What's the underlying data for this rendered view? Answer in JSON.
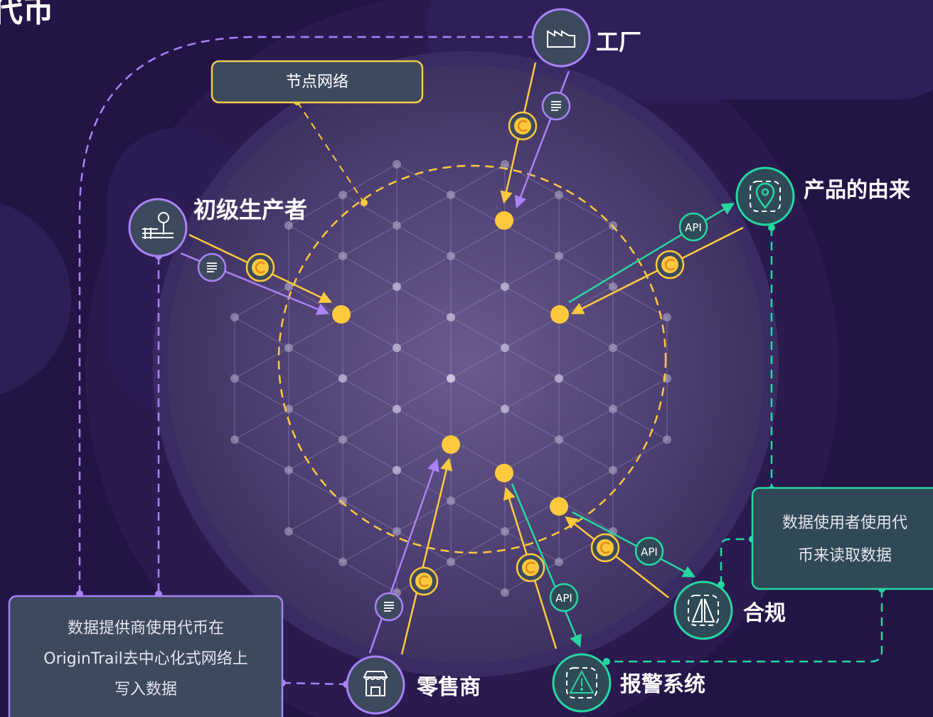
{
  "title_fragment": "代币",
  "network_label": "节点网络",
  "nodes": {
    "factory": {
      "label": "工厂",
      "icon": "factory-icon"
    },
    "primary_producer": {
      "label": "初级生产者",
      "icon": "tree-fence-icon"
    },
    "provenance": {
      "label": "产品的由来",
      "icon": "location-pin-icon"
    },
    "compliance": {
      "label": "合规",
      "icon": "warning-triangles-icon"
    },
    "alert_system": {
      "label": "报警系统",
      "icon": "alert-icon"
    },
    "retailer": {
      "label": "零售商",
      "icon": "store-icon"
    }
  },
  "provider_box": {
    "line1": "数据提供商使用代币在",
    "line2": "OriginTrail去中心化式网络上",
    "line3": "写入数据"
  },
  "consumer_box": {
    "line1": "数据使用者使用代",
    "line2": "币来读取数据"
  },
  "api_label": "API",
  "colors": {
    "background": "#231446",
    "token_yellow": "#ffc93d",
    "provider_purple": "#a982f5",
    "consumer_green": "#26d6a0",
    "label_box_border_yellow": "#f2c94c"
  }
}
